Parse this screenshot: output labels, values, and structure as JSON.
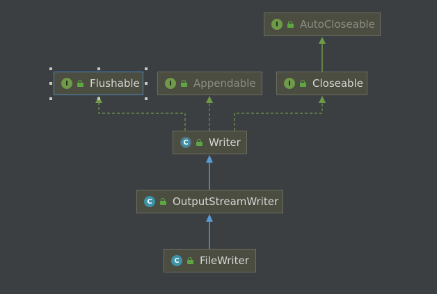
{
  "diagram": {
    "nodes": [
      {
        "id": "autocloseable",
        "label": "AutoCloseable",
        "kind": "I",
        "type": "interface"
      },
      {
        "id": "flushable",
        "label": "Flushable",
        "kind": "I",
        "type": "interface"
      },
      {
        "id": "appendable",
        "label": "Appendable",
        "kind": "I",
        "type": "interface"
      },
      {
        "id": "closeable",
        "label": "Closeable",
        "kind": "I",
        "type": "interface"
      },
      {
        "id": "writer",
        "label": "Writer",
        "kind": "C",
        "type": "abstract-class"
      },
      {
        "id": "outputstreamwriter",
        "label": "OutputStreamWriter",
        "kind": "C",
        "type": "class"
      },
      {
        "id": "filewriter",
        "label": "FileWriter",
        "kind": "C",
        "type": "class"
      }
    ],
    "edges": [
      {
        "from": "closeable",
        "to": "autocloseable",
        "relation": "extends"
      },
      {
        "from": "writer",
        "to": "flushable",
        "relation": "implements"
      },
      {
        "from": "writer",
        "to": "appendable",
        "relation": "implements"
      },
      {
        "from": "writer",
        "to": "closeable",
        "relation": "implements"
      },
      {
        "from": "outputstreamwriter",
        "to": "writer",
        "relation": "extends"
      },
      {
        "from": "filewriter",
        "to": "outputstreamwriter",
        "relation": "extends"
      }
    ],
    "selected": "flushable",
    "colors": {
      "background": "#3c3f41",
      "node_fill": "#4b4d40",
      "interface_edge": "#6f9a4a",
      "class_edge": "#5b9bd5",
      "selection": "#4a88c7"
    }
  }
}
